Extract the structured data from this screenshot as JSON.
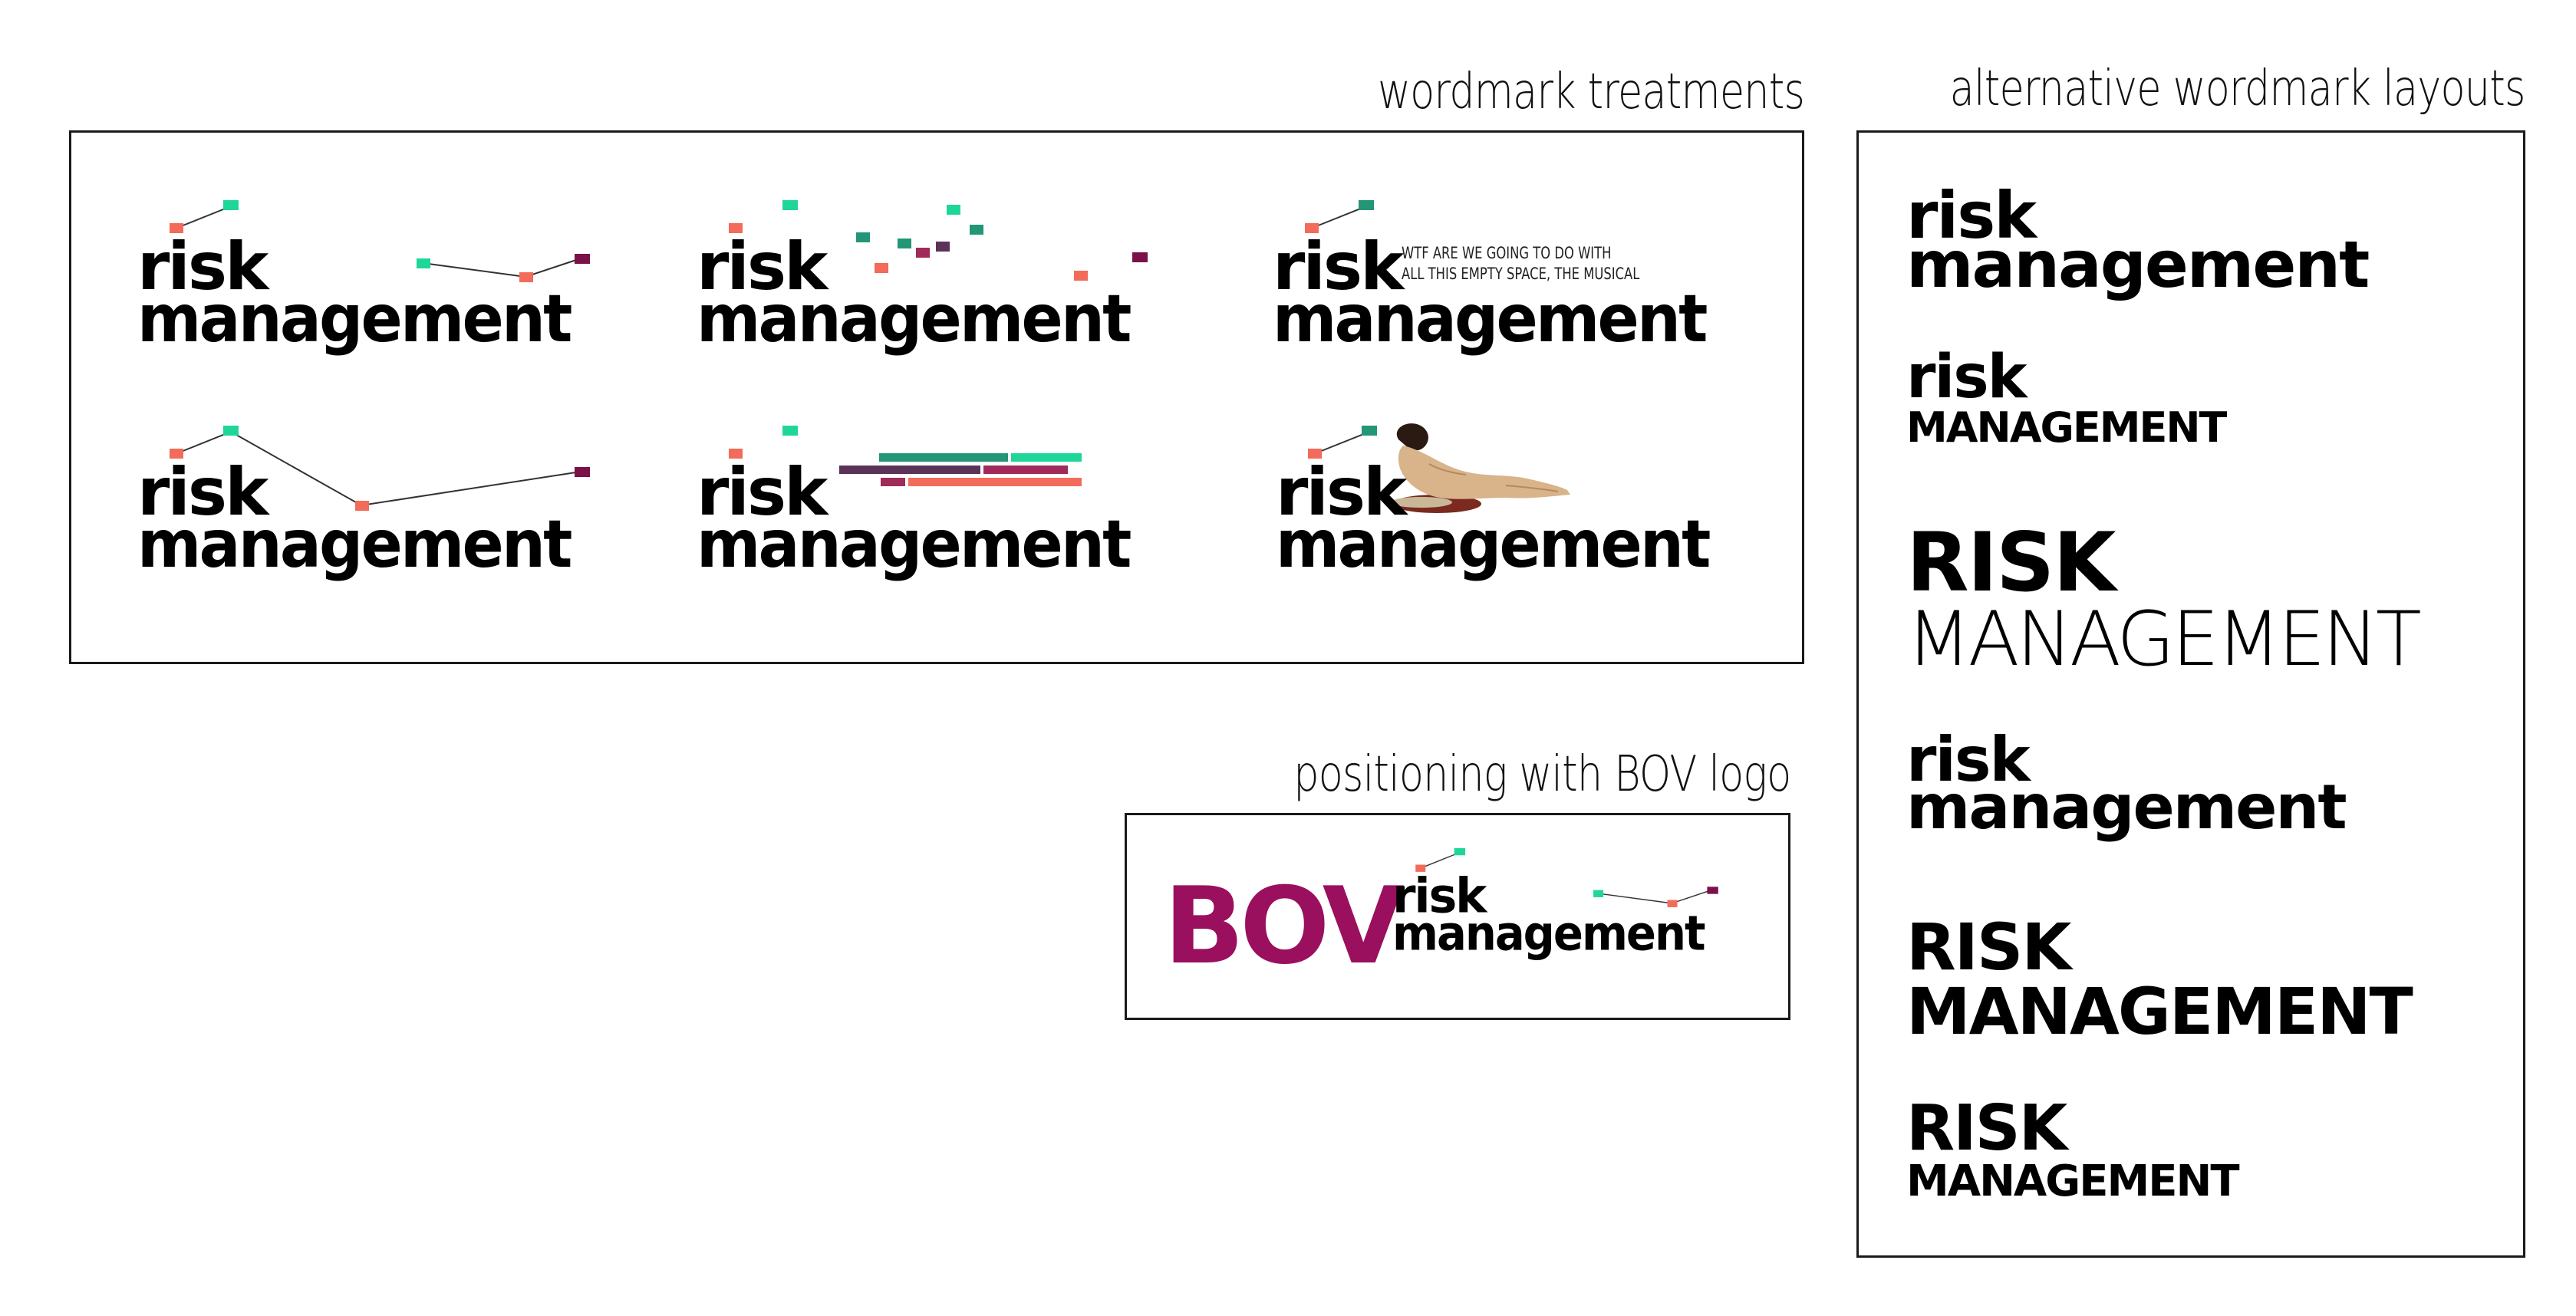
{
  "headings": {
    "treatments": "wordmark treatments",
    "alternative": "alternative wordmark layouts",
    "bov_positioning": "positioning with BOV logo"
  },
  "wordmark": {
    "line1": "risk",
    "line2": "management"
  },
  "tagline": {
    "line1": "WTF ARE WE GOING TO DO WITH",
    "line2": "ALL THIS EMPTY SPACE, THE MUSICAL"
  },
  "bov": {
    "logo_text": "BOV"
  },
  "alternative_layouts": [
    {
      "line1": "risk",
      "line2": "management"
    },
    {
      "line1": "risk",
      "line2": "MANAGEMENT"
    },
    {
      "line1": "RISK",
      "line2": "MANAGEMENT"
    },
    {
      "line1": "risk",
      "line2": "management"
    },
    {
      "line1": "RISK",
      "line2": "MANAGEMENT"
    },
    {
      "line1": "RISK",
      "line2": "MANAGEMENT"
    }
  ],
  "colors": {
    "coral": "#f26b5b",
    "mint": "#1fd69a",
    "teal": "#229676",
    "plum": "#7b1148",
    "purple": "#5c3358",
    "magenta": "#a02a5a",
    "bov": "#9a0f5e"
  }
}
